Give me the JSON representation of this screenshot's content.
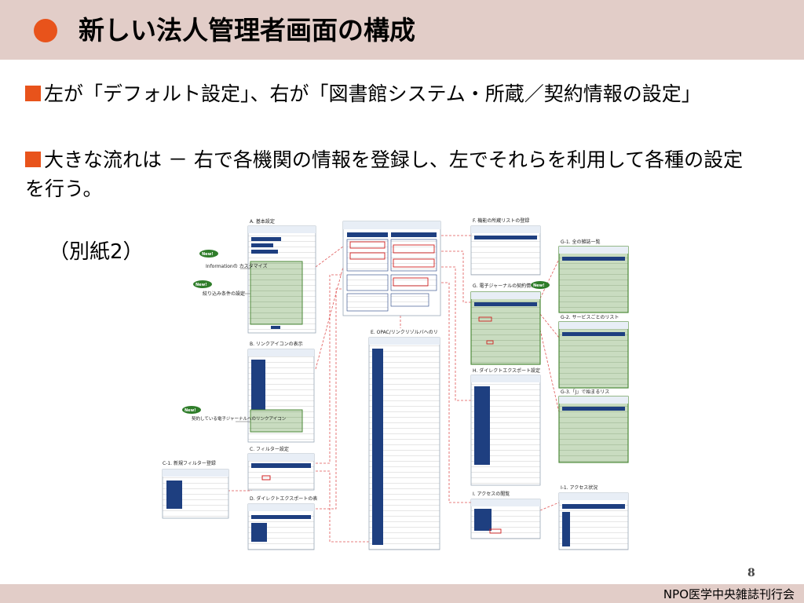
{
  "header": {
    "title": "新しい法人管理者画面の構成",
    "accent_color": "#e8531b",
    "band_color": "#e2cdc8"
  },
  "body": {
    "paragraph1": "左が「デフォルト設定」、右が「図書館システム・所蔵／契約情報の設定」",
    "paragraph2": "大きな流れは － 右で各機関の情報を登録し、左でそれらを利用して各種の設定を行う。",
    "annex_label": "（別紙2）"
  },
  "figure": {
    "screens": {
      "a": "A. 基本設定",
      "b": "B. リンクアイコンの表示",
      "c": "C. フィルター設定",
      "c1": "C-1. 新規フィルター登録",
      "d": "D. ダイレクトエクスポートの表",
      "e": "E. OPAC/リンクリゾルバへのリ",
      "f": "F. 機能の所蔵リストの登録",
      "g": "G. 電子ジャーナルの契約情報の",
      "g1": "G-1. 全の雑誌一覧",
      "g2": "G-2. サービスごとのリスト",
      "g3": "G-3.「J」で始まるリス",
      "h": "H. ダイレクトエクスポート設定",
      "i": "I. アクセスの閲覧",
      "i1": "I-1. アクセス状況"
    },
    "new_badge": "New!",
    "callouts": {
      "information": "Informationの カスタマイズ",
      "filter_condition": "絞り込み条件の設定",
      "contract_icon": "契約している電子ジャーナルへのリンクアイコン"
    }
  },
  "footer": {
    "page_number": "8",
    "organization": "NPO医学中央雑誌刊行会"
  }
}
